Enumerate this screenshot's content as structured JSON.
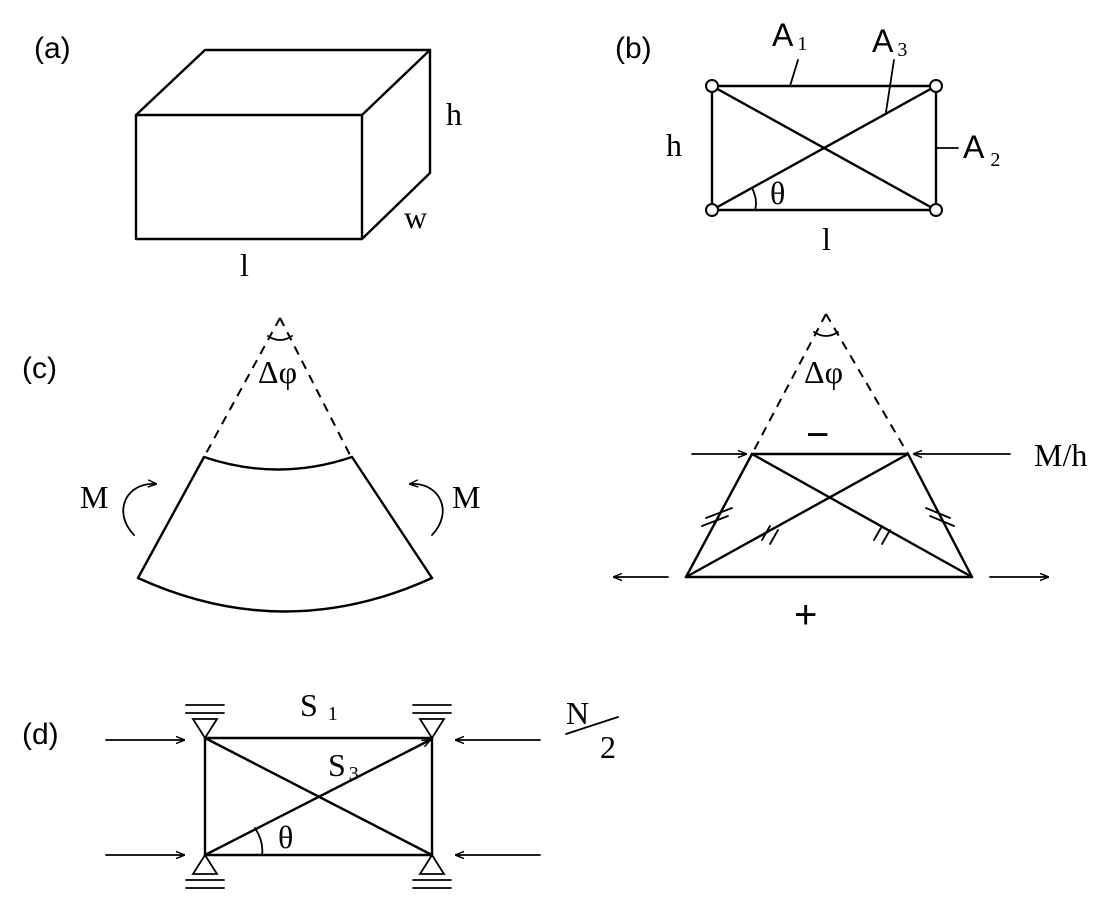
{
  "panels": {
    "a": {
      "label": "(a)",
      "dim_l": "l",
      "dim_w": "w",
      "dim_h": "h"
    },
    "b": {
      "label": "(b)",
      "A1_base": "A",
      "A1_sub": "1",
      "A2_base": "A",
      "A2_sub": "2",
      "A3_base": "A",
      "A3_sub": "3",
      "dim_h": "h",
      "dim_l": "l",
      "angle": "θ"
    },
    "c": {
      "label": "(c)",
      "angle_left": "Δφ",
      "angle_right": "Δφ",
      "moment_left": "M",
      "moment_right": "M",
      "force": "M/h",
      "minus_sign": "−",
      "plus_sign": "+"
    },
    "d": {
      "label": "(d)",
      "S1_base": "S",
      "S1_sub": "1",
      "S3_base": "S",
      "S3_sub": "3",
      "angle": "θ",
      "load_num": "N",
      "load_den": "2"
    }
  }
}
